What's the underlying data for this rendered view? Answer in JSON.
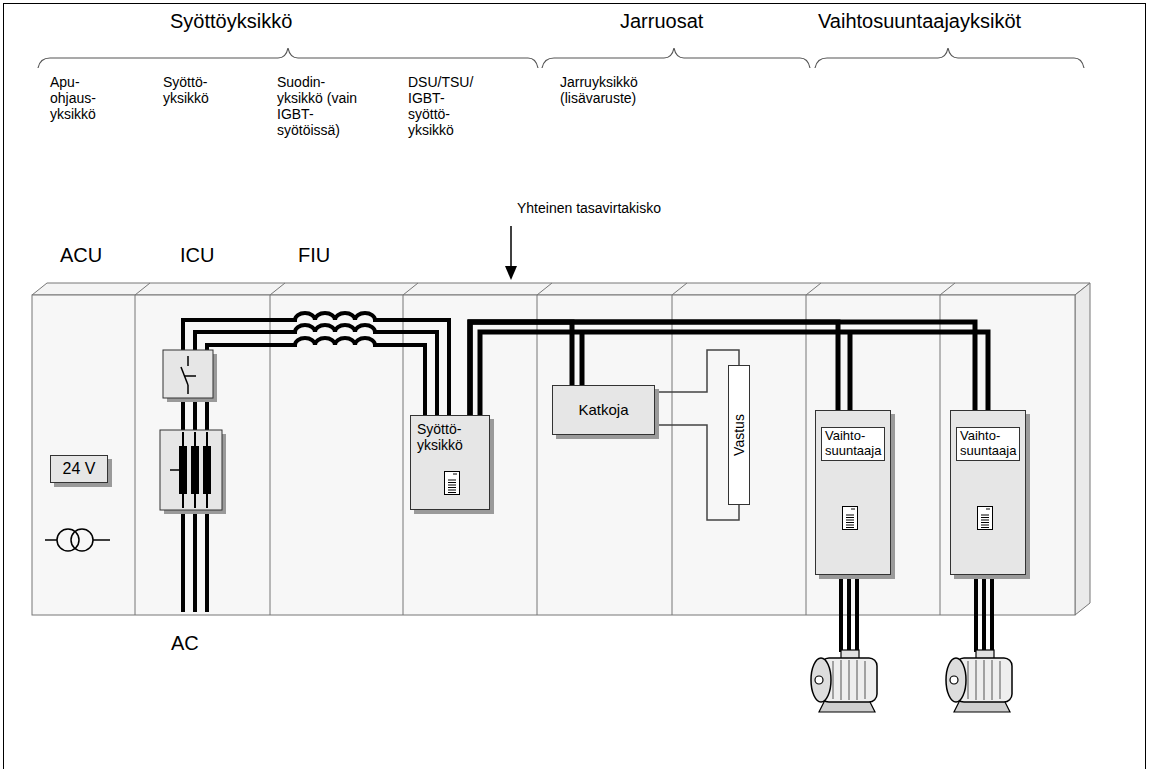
{
  "diagram": {
    "nodes": [
      {
        "text": [
          "24 V"
        ]
      },
      {
        "text": [
          "Syöttö- yksikkö"
        ]
      },
      {
        "text": [
          "Katkoja"
        ]
      },
      {
        "text": [
          "Vastus"
        ]
      },
      {
        "text": [
          "Vaihto- suuntaaja"
        ]
      },
      {
        "text": [
          "Vaihto- suuntaaja"
        ]
      }
    ],
    "edges": [
      {
        "from": 1,
        "to": 2,
        "arrow": "none"
      },
      {
        "from": 1,
        "to": 4,
        "arrow": "none"
      },
      {
        "from": 1,
        "to": 5,
        "arrow": "none"
      },
      {
        "from": 2,
        "to": 3,
        "arrow": "none"
      }
    ],
    "labels": [
      "Syöttöyksikkö",
      "Jarruosat",
      "Vaihtosuuntaajayksiköt",
      "Apu- ohjaus- yksikkö",
      "Syöttö- yksikkö",
      "Suodin- yksikkö (vain IGBT- syötöissä)",
      "DSU/TSU/ IGBT- syöttö- yksikkö",
      "Jarruyksikkö (lisävaruste)",
      "Yhteinen tasavirtakisko",
      "ACU",
      "ICU",
      "FIU",
      "AC"
    ]
  }
}
